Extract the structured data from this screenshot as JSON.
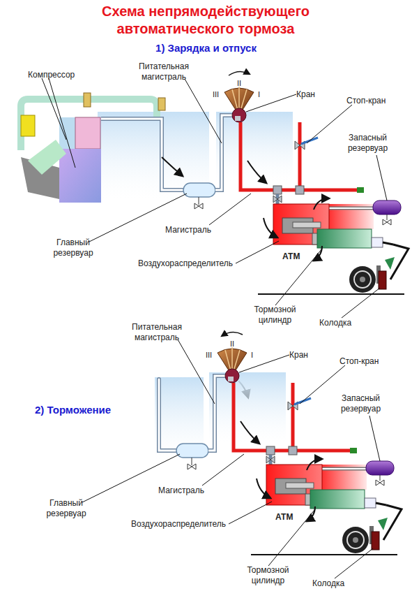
{
  "diagram": {
    "title": "Схема непрямодействующего автоматического тормоза",
    "labels": [
      "1) Зарядка и отпуск",
      "Компрессор",
      "Питательная магистраль",
      "II",
      "III",
      "I",
      "Кран",
      "Стоп-кран",
      "Запасный резервуар",
      "Магистраль",
      "Главный резервуар",
      "Воздухораспределитель",
      "АТМ",
      "Тормозной цилиндр",
      "Колодка",
      "Питательная магистраль",
      "II",
      "III",
      "I",
      "Кран",
      "Стоп-кран",
      "2) Торможение",
      "Запасный резервуар",
      "Магистраль",
      "Главный резервуар",
      "Воздухораспределитель",
      "АТМ",
      "Тормозной цилиндр",
      "Колодка"
    ]
  }
}
